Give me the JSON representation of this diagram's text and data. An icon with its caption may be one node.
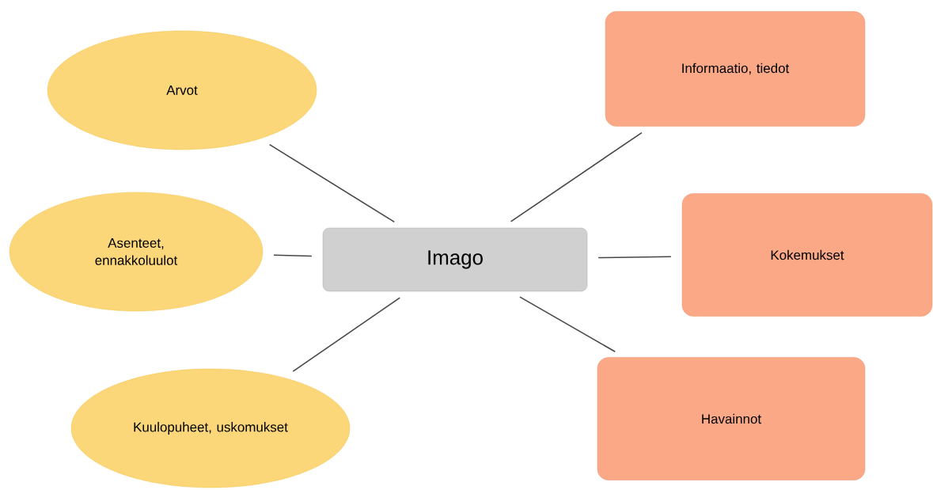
{
  "diagram": {
    "nodes": [
      {
        "text": [
          "Imago"
        ]
      },
      {
        "text": [
          "Arvot"
        ]
      },
      {
        "text": [
          "Asenteet, ennakkoluulot"
        ]
      },
      {
        "text": [
          "Kuulopuheet, uskomukset"
        ]
      },
      {
        "text": [
          "Informaatio, tiedot"
        ]
      },
      {
        "text": [
          "Kokemukset"
        ]
      },
      {
        "text": [
          "Havainnot"
        ]
      }
    ],
    "edges": [
      {
        "from": 1,
        "to": 0,
        "arrow": "none"
      },
      {
        "from": 2,
        "to": 0,
        "arrow": "none"
      },
      {
        "from": 3,
        "to": 0,
        "arrow": "none"
      },
      {
        "from": 0,
        "to": 4,
        "arrow": "none"
      },
      {
        "from": 0,
        "to": 5,
        "arrow": "none"
      },
      {
        "from": 0,
        "to": 6,
        "arrow": "none"
      }
    ]
  }
}
